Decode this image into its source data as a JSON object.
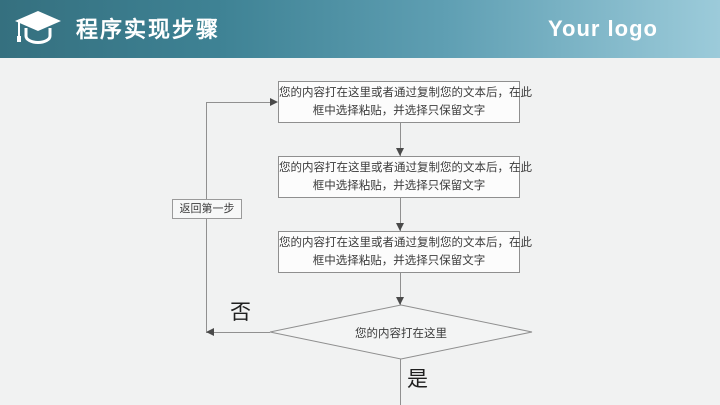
{
  "header": {
    "title": "程序实现步骤",
    "logo_text": "Your logo",
    "icon": "graduation-cap-icon"
  },
  "flowchart": {
    "boxes": [
      {
        "lines": [
          "您的内容打在这里或者通过复制您的文本后，在此",
          "框中选择粘贴，并选择只保留文字"
        ]
      },
      {
        "lines": [
          "您的内容打在这里或者通过复制您的文本后，在此",
          "框中选择粘贴，并选择只保留文字"
        ]
      },
      {
        "lines": [
          "您的内容打在这里或者通过复制您的文本后，在此",
          "框中选择粘贴，并选择只保留文字"
        ]
      }
    ],
    "decision": {
      "text": "您的内容打在这里"
    },
    "return_label": "返回第一步",
    "no_label": "否",
    "yes_label": "是"
  },
  "colors": {
    "header_gradient_left": "#35707f",
    "header_gradient_right": "#9ccbda",
    "background": "#f1f2f2",
    "box_fill": "#fcfcfc",
    "box_border": "#8f8f8f",
    "connector_line": "#909090",
    "arrowhead": "#4a4a4a",
    "text": "#3c3c3c"
  }
}
